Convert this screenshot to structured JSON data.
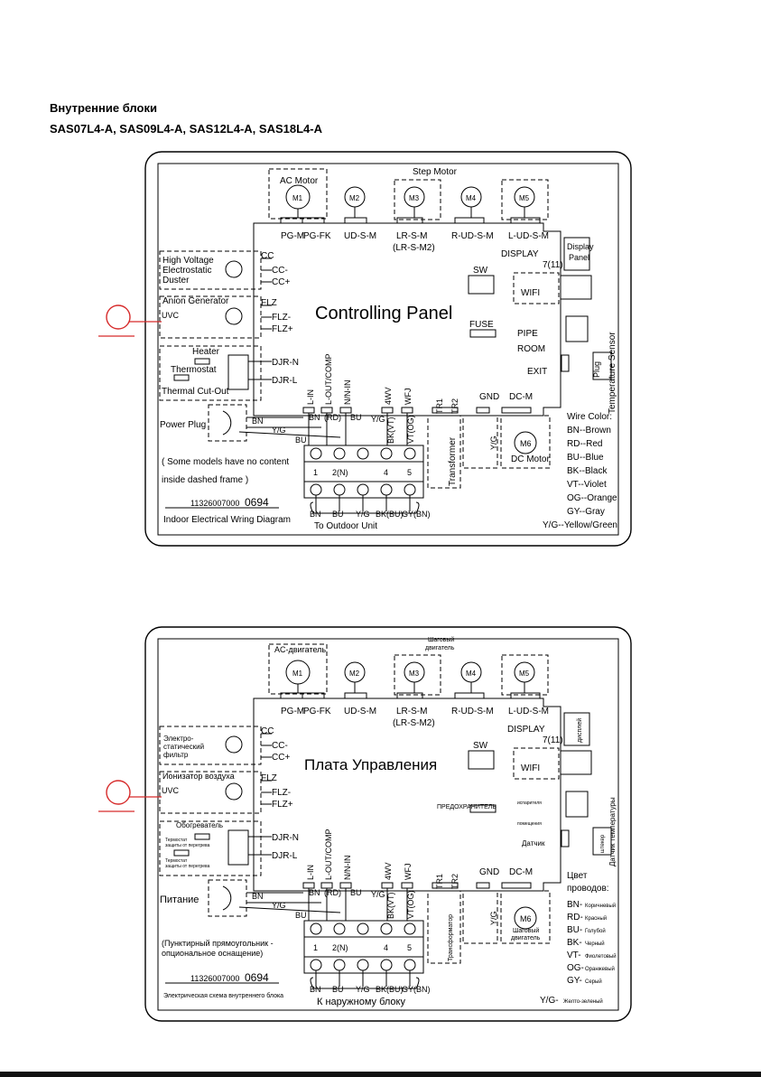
{
  "heading": {
    "title": "Внутренние блоки",
    "models": "SAS07L4-A, SAS09L4-A, SAS12L4-A, SAS18L4-A"
  },
  "colors": {
    "accent_marker": "#d62a2a",
    "line": "#000000"
  },
  "diagram_en": {
    "panel_title": "Controlling Panel",
    "ac_motor": "AC Motor",
    "step_motor": "Step Motor",
    "motors": [
      "M1",
      "M2",
      "M3",
      "M4",
      "M5",
      "M6"
    ],
    "connectors": {
      "pgm": "PG-M",
      "pgfk": "PG-FK",
      "udsm": "UD-S-M",
      "lrsm": "LR-S-M",
      "lrsm2": "(LR-S-M2)",
      "rudsm": "R-UD-S-M",
      "ludsm": "L-UD-S-M"
    },
    "display": "DISPLAY",
    "display_pin": "7(11)",
    "display_panel": [
      "Display",
      "Panel"
    ],
    "wifi": "WIFI",
    "sw": "SW",
    "fuse": "FUSE",
    "pipe": "PIPE",
    "room": "ROOM",
    "exit": "EXIT",
    "plug": "Plug",
    "temp_sensor": "Temperature Sensor",
    "hv_duster": [
      "High Voltage",
      "Electrostatic",
      "Duster"
    ],
    "cc": [
      "CC",
      "CC-",
      "CC+"
    ],
    "anion": "Anion Generator",
    "flz": [
      "FLZ",
      "FLZ-",
      "FLZ+"
    ],
    "uvc": "UVC",
    "heater": "Heater",
    "thermostat": "Thermostat",
    "thermal_cutout": "Thermal Cut-Out",
    "djr": [
      "DJR-N",
      "DJR-L"
    ],
    "terminals_top": [
      "L-IN",
      "L-OUT/COMP",
      "N/N-IN",
      "4WV",
      "WFJ",
      "TR1",
      "TR2",
      "GND",
      "DC-M"
    ],
    "power_plug": "Power Plug",
    "wire_labels": [
      "BN",
      "(RD)",
      "BU",
      "Y/G",
      "BK(VT)",
      "VT(OG)"
    ],
    "terminal_numbers": [
      "1",
      "2(N)",
      "4",
      "5"
    ],
    "bottom_wires": [
      "BN",
      "BU",
      "Y/G",
      "BK(BU)",
      "GY(BN)"
    ],
    "to_outdoor": "To Outdoor Unit",
    "note": [
      "( Some models have no content",
      " inside  dashed frame )"
    ],
    "doc_number_a": "11326007000",
    "doc_number_b": "0694",
    "caption": "Indoor Electrical Wring Diagram",
    "transformer": "Transformer",
    "dc_motor": "DC Motor",
    "wire_color_title": "Wire Color:",
    "wire_colors": [
      "BN--Brown",
      "RD--Red",
      "BU--Blue",
      "BK--Black",
      "VT--Violet",
      "OG--Orange",
      "GY--Gray",
      "Y/G--Yellow/Green"
    ],
    "y_g": "Y/G",
    "five": "5"
  },
  "diagram_ru": {
    "panel_title": "Плата Управления",
    "ac_motor": "AC-двигатель",
    "step_motor": [
      "Шаговый",
      "двигатель"
    ],
    "electrostatic": [
      "Электро-",
      "статический",
      "фильтр"
    ],
    "anion": "Ионизатор воздуха",
    "heater": "Обогреватель",
    "thermostat": [
      "Термостат",
      "защиты от перегрева"
    ],
    "thermal_cutout": [
      "Термостат",
      "защиты от перегрева"
    ],
    "fuse": "ПРЕДОХРАНИТЕЛЬ",
    "pipe": "испарителя",
    "room": "помещения",
    "exit": "Датчик",
    "plug": "штекер",
    "display_panel": "дисплей",
    "temp_sensor": "Датчик температуры",
    "power": "Питание",
    "note": [
      "(Пунктирный прямоугольник -",
      "опциональное оснащение)"
    ],
    "caption": "Электрическая схема внутреннего блока",
    "to_outdoor": "К наружному блоку",
    "transformer": "Трансформатор",
    "dc_motor": [
      "Шаговый",
      "двигатель"
    ],
    "wire_color_title": [
      "Цвет",
      "проводов:"
    ],
    "wire_codes": [
      "BN-",
      "RD-",
      "BU-",
      "BK-",
      "VT-",
      "OG-",
      "GY-",
      "Y/G-"
    ],
    "wire_names": [
      "Коричневый",
      "Красный",
      "Голубой",
      "Черный",
      "Фиолетовый",
      "Оранжевый",
      "Серый",
      "Желто-зеленый"
    ]
  }
}
